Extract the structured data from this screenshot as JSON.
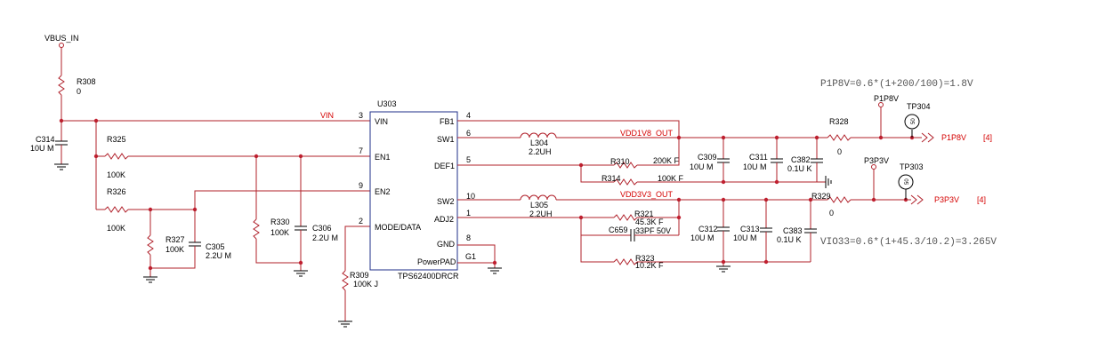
{
  "ic": {
    "ref": "U303",
    "part": "TPS62400DRCR",
    "pins_left": [
      {
        "num": "3",
        "name": "VIN"
      },
      {
        "num": "7",
        "name": "EN1"
      },
      {
        "num": "9",
        "name": "EN2"
      },
      {
        "num": "2",
        "name": "MODE/DATA"
      }
    ],
    "pins_right": [
      {
        "num": "4",
        "name": "FB1"
      },
      {
        "num": "6",
        "name": "SW1"
      },
      {
        "num": "5",
        "name": "DEF1"
      },
      {
        "num": "10",
        "name": "SW2"
      },
      {
        "num": "1",
        "name": "ADJ2"
      },
      {
        "num": "8",
        "name": "GND"
      },
      {
        "num": "G1",
        "name": "PowerPAD"
      }
    ]
  },
  "nets": {
    "vbus_in": "VBUS_IN",
    "vin": "VIN",
    "vdd1v8_out": "VDD1V8_OUT",
    "vdd3v3_out": "VDD3V3_OUT",
    "p1p8v": "P1P8V",
    "p3p3v": "P3P3V",
    "p1p8v_ref": "[4]",
    "p3p3v_ref": "[4]"
  },
  "components": {
    "r308": {
      "ref": "R308",
      "value": "0"
    },
    "c314": {
      "ref": "C314",
      "value": "10U M"
    },
    "r325": {
      "ref": "R325",
      "value": "100K"
    },
    "r326": {
      "ref": "R326",
      "value": "100K"
    },
    "r327": {
      "ref": "R327",
      "value": "100K"
    },
    "c305": {
      "ref": "C305",
      "value": "2.2U M"
    },
    "r330": {
      "ref": "R330",
      "value": "100K"
    },
    "c306": {
      "ref": "C306",
      "value": "2.2U M"
    },
    "r309": {
      "ref": "R309",
      "value": "100K J"
    },
    "l304": {
      "ref": "L304",
      "value": "2.2UH"
    },
    "l305": {
      "ref": "L305",
      "value": "2.2UH"
    },
    "r310": {
      "ref": "R310",
      "value": "200K F"
    },
    "r314": {
      "ref": "R314",
      "value": "100K F"
    },
    "c309": {
      "ref": "C309",
      "value": "10U M"
    },
    "c311": {
      "ref": "C311",
      "value": "10U M"
    },
    "c382": {
      "ref": "C382",
      "value": "0.1U K"
    },
    "r321": {
      "ref": "R321",
      "value": "45.3K F"
    },
    "c659": {
      "ref": "C659",
      "value": "33PF 50V"
    },
    "r323": {
      "ref": "R323",
      "value": "10.2K F"
    },
    "c312": {
      "ref": "C312",
      "value": "10U M"
    },
    "c313": {
      "ref": "C313",
      "value": "10U M"
    },
    "c383": {
      "ref": "C383",
      "value": "0.1U K"
    },
    "r328": {
      "ref": "R328",
      "value": "0"
    },
    "r329": {
      "ref": "R329",
      "value": "0"
    },
    "tp304": {
      "ref": "TP304",
      "value": "50"
    },
    "tp303": {
      "ref": "TP303",
      "value": "50"
    }
  },
  "equations": {
    "p1p8v": "P1P8V=0.6*(1+200/100)=1.8V",
    "vio33": "VIO33=0.6*(1+45.3/10.2)=3.265V"
  }
}
